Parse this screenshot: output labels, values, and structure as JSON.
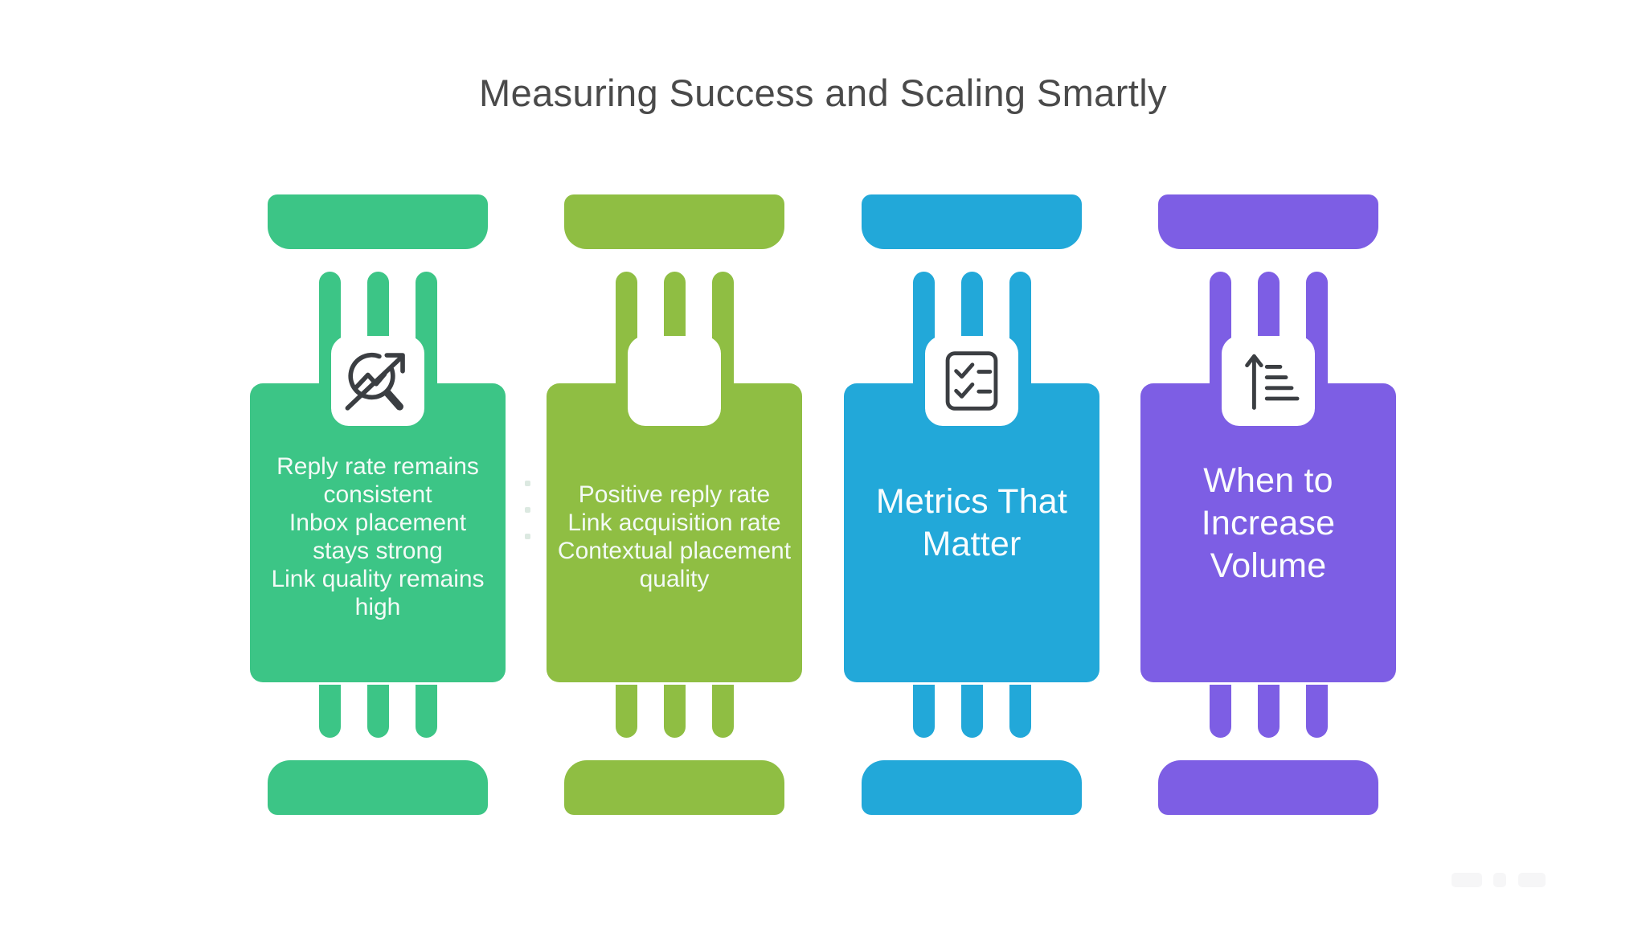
{
  "title": "Measuring Success and Scaling Smartly",
  "theme": {
    "background": "#FFFFFF",
    "title_color": "#4A4A4A",
    "icon_stroke": "#3B3E42",
    "connector_dot_color": "#DCE9E1"
  },
  "pillars": [
    {
      "name": "health-signals",
      "color": "#3CC586",
      "icon": "trend-magnifier-icon",
      "text": "Reply rate remains\nconsistent\nInbox placement\nstays strong\nLink quality remains\nhigh"
    },
    {
      "name": "tracking-metrics",
      "color": "#8FBE43",
      "icon": "none",
      "text": "Positive reply rate\nLink acquisition rate\nContextual placement\nquality"
    },
    {
      "name": "metrics-that-matter",
      "color": "#22A8D9",
      "icon": "checklist-icon",
      "text": "Metrics That\nMatter"
    },
    {
      "name": "when-to-increase-volume",
      "color": "#7D5EE4",
      "icon": "sort-ascending-icon",
      "text": "When to\nIncrease Volume"
    }
  ]
}
